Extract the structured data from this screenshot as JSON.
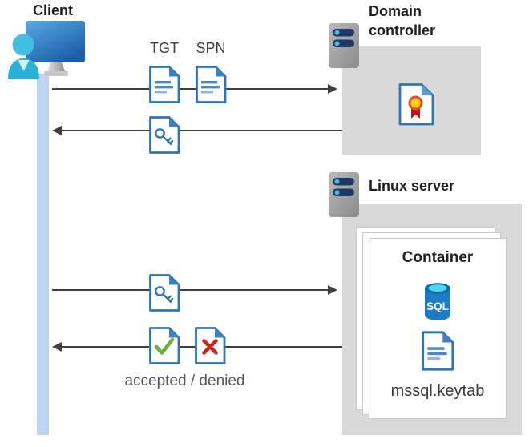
{
  "client": {
    "label": "Client",
    "icon": "client-workstation-icon"
  },
  "labels": {
    "tgt": "TGT",
    "spn": "SPN",
    "accepted_denied": "accepted / denied"
  },
  "domain_controller": {
    "label": "Domain controller",
    "server_icon": "server-icon",
    "certificate_icon": "certificate-icon"
  },
  "linux_server": {
    "label": "Linux server",
    "server_icon": "server-icon",
    "container": {
      "label": "Container",
      "sql_label": "SQL",
      "sql_icon": "sql-database-icon",
      "keytab_icon": "document-icon",
      "keytab_file": "mssql.keytab"
    }
  },
  "flows": [
    {
      "direction": "right",
      "from": "client",
      "to": "domain-controller",
      "icons": [
        "tgt-ticket-document-icon",
        "spn-ticket-document-icon"
      ]
    },
    {
      "direction": "left",
      "from": "domain-controller",
      "to": "client",
      "icons": [
        "key-ticket-document-icon"
      ]
    },
    {
      "direction": "right",
      "from": "client",
      "to": "linux-server",
      "icons": [
        "key-ticket-document-icon"
      ]
    },
    {
      "direction": "left",
      "from": "linux-server",
      "to": "client",
      "icons": [
        "accepted-document-icon",
        "denied-document-icon"
      ]
    }
  ],
  "colors": {
    "doc_border": "#2E75B6",
    "doc_line": "#4E86C6",
    "zone_gray": "#D9D9D9",
    "arrow": "#3F3F3F",
    "lifeline": "#BCD6F2",
    "check_green": "#6FAE44",
    "cross_red": "#BF2B1F",
    "seal_gold": "#FFD100",
    "seal_red": "#D13438",
    "sql_blue": "#1B7BC4",
    "sql_cyan": "#4FD8EF",
    "server_pill_navy": "#1F3864"
  }
}
